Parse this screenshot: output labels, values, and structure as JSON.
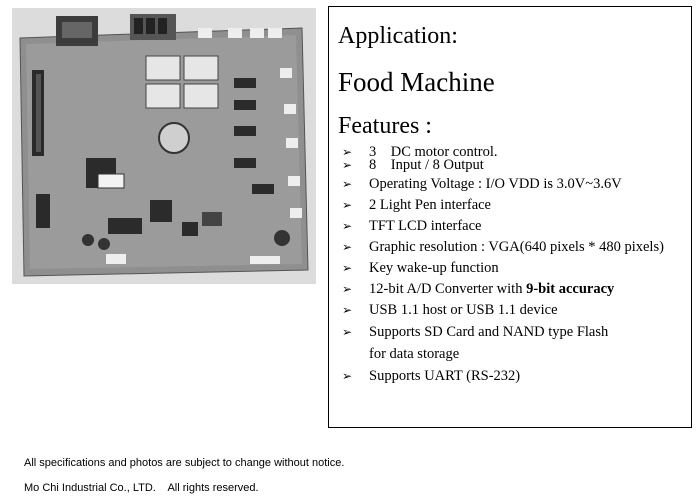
{
  "application": {
    "label": "Application:",
    "value": "Food Machine"
  },
  "features": {
    "label": "Features :",
    "items": [
      {
        "text": "3    DC motor control."
      },
      {
        "text": "8    Input / 8 Output"
      },
      {
        "text": "Operating Voltage : I/O VDD is 3.0V~3.6V"
      },
      {
        "text": "2 Light Pen interface"
      },
      {
        "text": "TFT LCD interface"
      },
      {
        "text": "Graphic resolution : VGA(640 pixels * 480 pixels)"
      },
      {
        "text": "Key wake-up function"
      },
      {
        "text": "12-bit A/D Converter with ",
        "bold": "9-bit accuracy"
      },
      {
        "text": "USB 1.1 host or USB 1.1 device"
      },
      {
        "text": "Supports SD Card and NAND type Flash",
        "cont": "for data storage"
      },
      {
        "text": "Supports UART (RS-232)"
      }
    ]
  },
  "footer": {
    "disclaimer": "All specifications and photos are subject to change without notice.",
    "copyright": "Mo Chi Industrial Co., LTD.    All rights reserved."
  }
}
